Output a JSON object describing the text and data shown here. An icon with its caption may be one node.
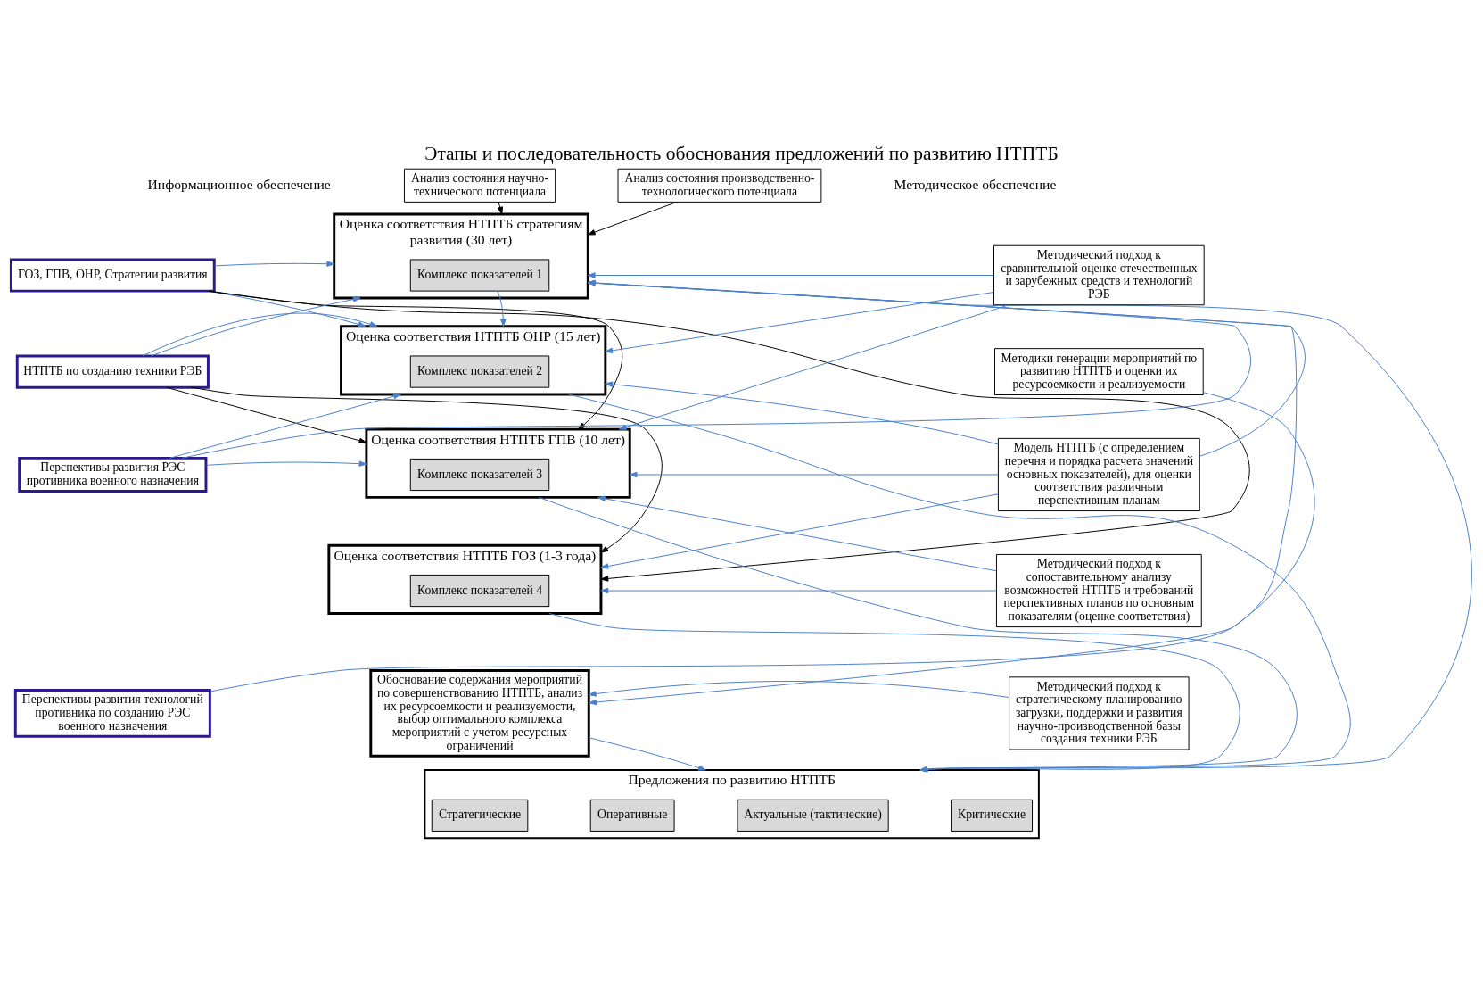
{
  "diagram": {
    "title": "Этапы и последовательность обоснования предложений по развитию НТПТБ",
    "nodes": [
      {
        "text": [
          "ГОЗ, ГПВ, ОНР, Стратегии развития"
        ]
      },
      {
        "text": [
          "НТПТБ по созданию техники РЭБ"
        ]
      },
      {
        "text": [
          "Перспективы развития РЭС противника военного назначения"
        ]
      },
      {
        "text": [
          "Перспективы развития технологий противника по созданию РЭС военного назначения"
        ]
      },
      {
        "text": [
          "Анализ состояния научно-технического потенциала"
        ]
      },
      {
        "text": [
          "Анализ состояния производственно-технологического потенциала"
        ]
      },
      {
        "text": [
          "Оценка соответствия НТПТБ стратегиям развития (30 лет)"
        ]
      },
      {
        "text": [
          "Комплекс показателей 1"
        ],
        "in": 6
      },
      {
        "text": [
          "Оценка соответствия НТПТБ ОНР (15 лет)"
        ]
      },
      {
        "text": [
          "Комплекс показателей 2"
        ],
        "in": 8
      },
      {
        "text": [
          "Оценка соответствия НТПТБ ГПВ (10 лет)"
        ]
      },
      {
        "text": [
          "Комплекс показателей 3"
        ],
        "in": 10
      },
      {
        "text": [
          "Оценка соответствия НТПТБ ГОЗ (1-3 года)"
        ]
      },
      {
        "text": [
          "Комплекс показателей 4"
        ],
        "in": 12
      },
      {
        "text": [
          "Обоснование содержания мероприятий по совершенствованию НТПТБ, анализ их ресурсоемкости и реализуемости, выбор оптимального комплекса мероприятий с учетом ресурсных ограничений"
        ]
      },
      {
        "text": [
          "Предложения по развитию НТПТБ"
        ]
      },
      {
        "text": [
          "Стратегические"
        ],
        "in": 15
      },
      {
        "text": [
          "Оперативные"
        ],
        "in": 15
      },
      {
        "text": [
          "Актуальные (тактические)"
        ],
        "in": 15
      },
      {
        "text": [
          "Критические"
        ],
        "in": 15
      },
      {
        "text": [
          "Методический подход к сравнительной оценке отечественных и зарубежных средств и технологий РЭБ"
        ]
      },
      {
        "text": [
          "Методики генерации мероприятий по развитию НТПТБ и оценки их ресурсоемкости и реализуемости"
        ]
      },
      {
        "text": [
          "Модель НТПТБ (с определением перечня и порядка расчета значений основных показателей), для оценки соответствия различным перспективным планам"
        ]
      },
      {
        "text": [
          "Методический подход к сопоставительному анализу возможностей НТПТБ и требований перспективных планов по основным показателям (оценке соответствия)"
        ]
      },
      {
        "text": [
          "Методический подход к стратегическому планированию загрузки, поддержки и развития научно-производственной базы создания техники РЭБ"
        ]
      }
    ],
    "edges": [
      {
        "from": 4,
        "to": 6,
        "arrow": "to",
        "color": "#000000"
      },
      {
        "from": 5,
        "to": 6,
        "arrow": "to",
        "color": "#000000"
      },
      {
        "from": 0,
        "to": 6,
        "arrow": "to"
      },
      {
        "from": 0,
        "to": 8,
        "arrow": "to"
      },
      {
        "from": 0,
        "to": 10,
        "arrow": "to",
        "color": "#000000"
      },
      {
        "from": 0,
        "to": 12,
        "arrow": "to",
        "color": "#000000"
      },
      {
        "from": 1,
        "to": 6,
        "arrow": "to"
      },
      {
        "from": 1,
        "to": 8,
        "arrow": "to"
      },
      {
        "from": 1,
        "to": 10,
        "arrow": "to",
        "color": "#000000"
      },
      {
        "from": 1,
        "to": 12,
        "arrow": "to",
        "color": "#000000"
      },
      {
        "from": 2,
        "to": 6,
        "arrow": "to"
      },
      {
        "from": 2,
        "to": 8,
        "arrow": "to"
      },
      {
        "from": 2,
        "to": 10,
        "arrow": "to"
      },
      {
        "from": 3,
        "to": 6,
        "arrow": "to"
      },
      {
        "from": 7,
        "to": 8,
        "arrow": "to"
      },
      {
        "from": 20,
        "to": 6,
        "arrow": "to"
      },
      {
        "from": 20,
        "to": 8,
        "arrow": "to"
      },
      {
        "from": 20,
        "to": 10,
        "arrow": "to"
      },
      {
        "from": 21,
        "to": 14,
        "arrow": "to"
      },
      {
        "from": 22,
        "to": 6,
        "arrow": "to"
      },
      {
        "from": 22,
        "to": 8,
        "arrow": "to"
      },
      {
        "from": 22,
        "to": 10,
        "arrow": "to"
      },
      {
        "from": 22,
        "to": 12,
        "arrow": "to"
      },
      {
        "from": 23,
        "to": 10,
        "arrow": "to"
      },
      {
        "from": 23,
        "to": 12,
        "arrow": "to"
      },
      {
        "from": 24,
        "to": 14,
        "arrow": "to"
      },
      {
        "from": 6,
        "to": 15,
        "arrow": "to"
      },
      {
        "from": 8,
        "to": 15,
        "arrow": "to"
      },
      {
        "from": 10,
        "to": 15,
        "arrow": "to"
      },
      {
        "from": 12,
        "to": 15,
        "arrow": "to"
      },
      {
        "from": 14,
        "to": 15,
        "arrow": "to"
      }
    ],
    "labels": [
      "Информационное обеспечение",
      "Методическое обеспечение"
    ]
  }
}
